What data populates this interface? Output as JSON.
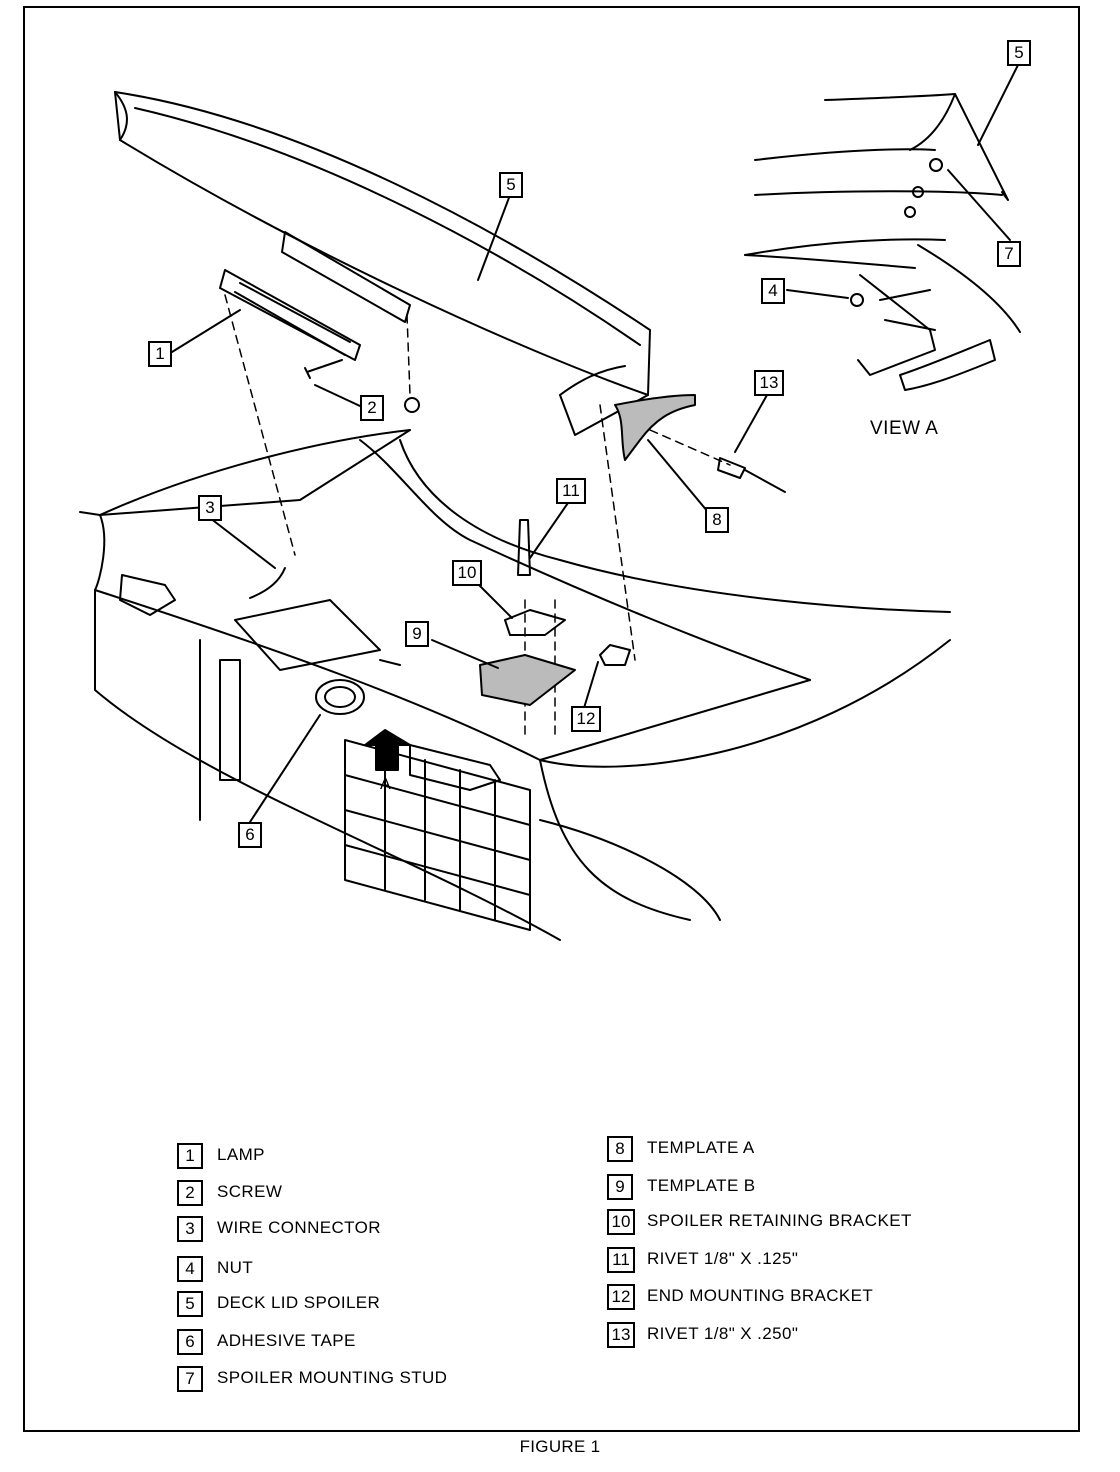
{
  "callouts": {
    "c1": "1",
    "c2": "2",
    "c3": "3",
    "c4": "4",
    "c5a": "5",
    "c5b": "5",
    "c6": "6",
    "c7": "7",
    "c8": "8",
    "c9": "9",
    "c10": "10",
    "c11": "11",
    "c12": "12",
    "c13": "13"
  },
  "view_label": "VIEW A",
  "arrow_label": "A",
  "legend": [
    {
      "num": "1",
      "label": "LAMP"
    },
    {
      "num": "2",
      "label": "SCREW"
    },
    {
      "num": "3",
      "label": "WIRE CONNECTOR"
    },
    {
      "num": "4",
      "label": "NUT"
    },
    {
      "num": "5",
      "label": "DECK LID SPOILER"
    },
    {
      "num": "6",
      "label": "ADHESIVE TAPE"
    },
    {
      "num": "7",
      "label": "SPOILER MOUNTING STUD"
    },
    {
      "num": "8",
      "label": "TEMPLATE A"
    },
    {
      "num": "9",
      "label": "TEMPLATE B"
    },
    {
      "num": "10",
      "label": "SPOILER RETAINING BRACKET"
    },
    {
      "num": "11",
      "label": "RIVET 1/8\" X .125\""
    },
    {
      "num": "12",
      "label": "END MOUNTING BRACKET"
    },
    {
      "num": "13",
      "label": "RIVET 1/8\" X .250\""
    }
  ],
  "figure_caption": "FIGURE 1"
}
